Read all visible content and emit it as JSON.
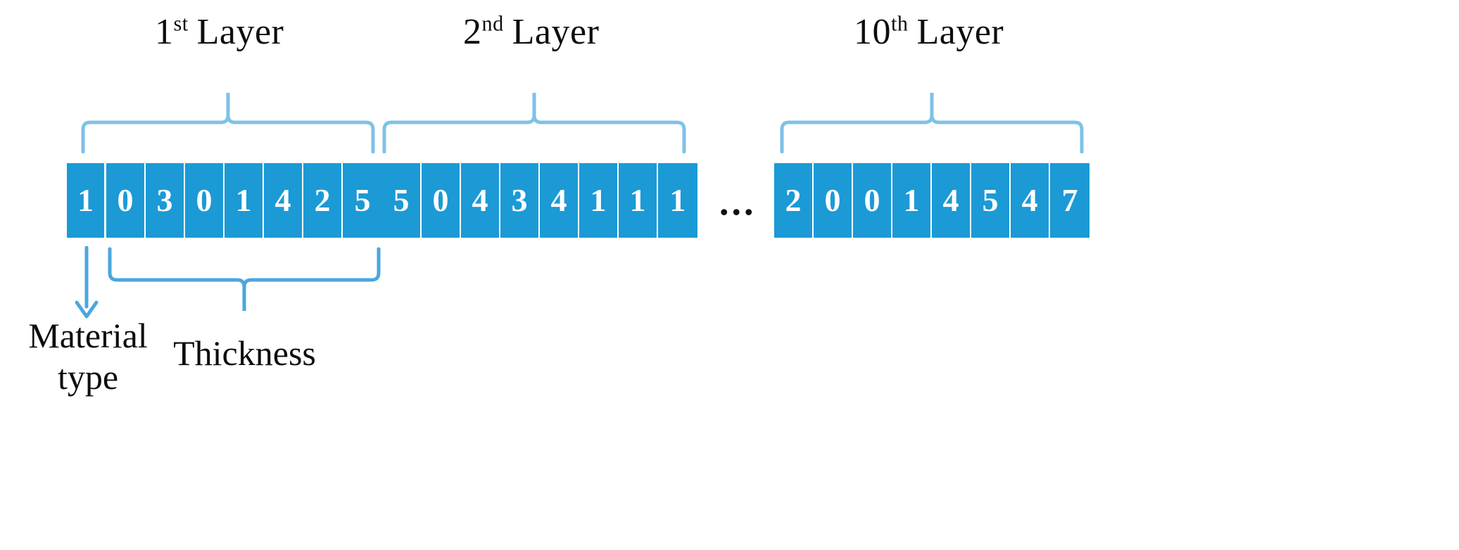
{
  "figure": {
    "type": "diagram",
    "description": "Chromosome / gene-string encoding of a multi-layer pavement design solution",
    "accent_color": "#1B9AD6",
    "text_color": "#0d0d0d"
  },
  "layer_titles": [
    {
      "number": "1",
      "ordinal": "st",
      "word": "Layer"
    },
    {
      "number": "2",
      "ordinal": "nd",
      "word": "Layer"
    },
    {
      "number": "10",
      "ordinal": "th",
      "word": "Layer"
    }
  ],
  "groups": [
    {
      "name": "layer-1",
      "title_index": 0,
      "cells": [
        "1",
        "0",
        "3",
        "0",
        "1",
        "4",
        "2",
        "5"
      ],
      "material_type": "1",
      "thickness": "0301425"
    },
    {
      "name": "layer-2",
      "title_index": 1,
      "cells": [
        "5",
        "0",
        "4",
        "3",
        "4",
        "1",
        "1",
        "1"
      ],
      "material_type": "5",
      "thickness": "0434111"
    },
    {
      "name": "layer-10",
      "title_index": 2,
      "cells": [
        "2",
        "0",
        "0",
        "1",
        "4",
        "5",
        "4",
        "7"
      ],
      "material_type": "2",
      "thickness": "0014547"
    }
  ],
  "ellipsis": "...",
  "annotations": {
    "material_type": "Material\ntype",
    "thickness": "Thickness"
  }
}
